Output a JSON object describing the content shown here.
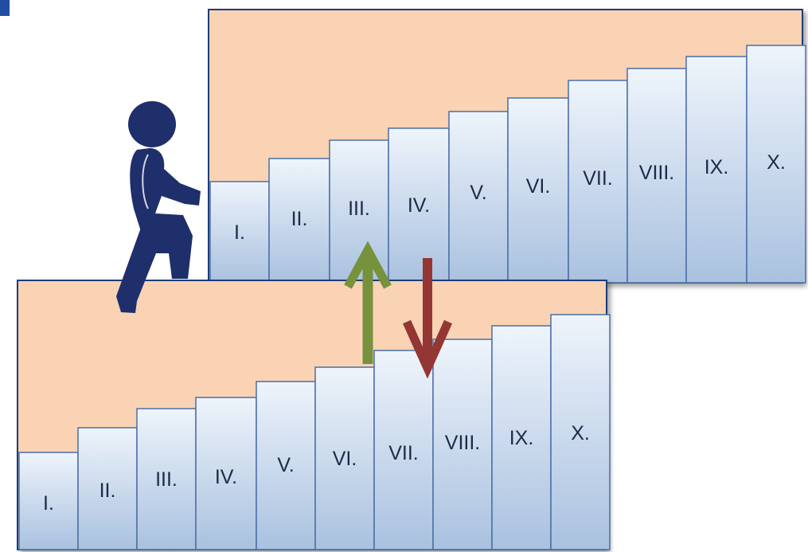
{
  "colors": {
    "panel_fill": "#f9d3b4",
    "panel_stroke": "#1e3c78",
    "step_top": "#eef4fb",
    "step_bottom": "#a9c1df",
    "step_stroke": "#4a6ea8",
    "person": "#1e2f6b",
    "arrow_up": "#76923c",
    "arrow_down": "#943634",
    "corner_mark": "#1f4ea3"
  },
  "icons": {
    "person": "person-climbing-icon",
    "up": "arrow-up-icon",
    "down": "arrow-down-icon"
  },
  "upper_staircase": {
    "steps": [
      "I.",
      "II.",
      "III.",
      "IV.",
      "V.",
      "VI.",
      "VII.",
      "VIII.",
      "IX.",
      "X."
    ]
  },
  "lower_staircase": {
    "steps": [
      "I.",
      "II.",
      "III.",
      "IV.",
      "V.",
      "VI.",
      "VII.",
      "VIII.",
      "IX.",
      "X."
    ]
  }
}
